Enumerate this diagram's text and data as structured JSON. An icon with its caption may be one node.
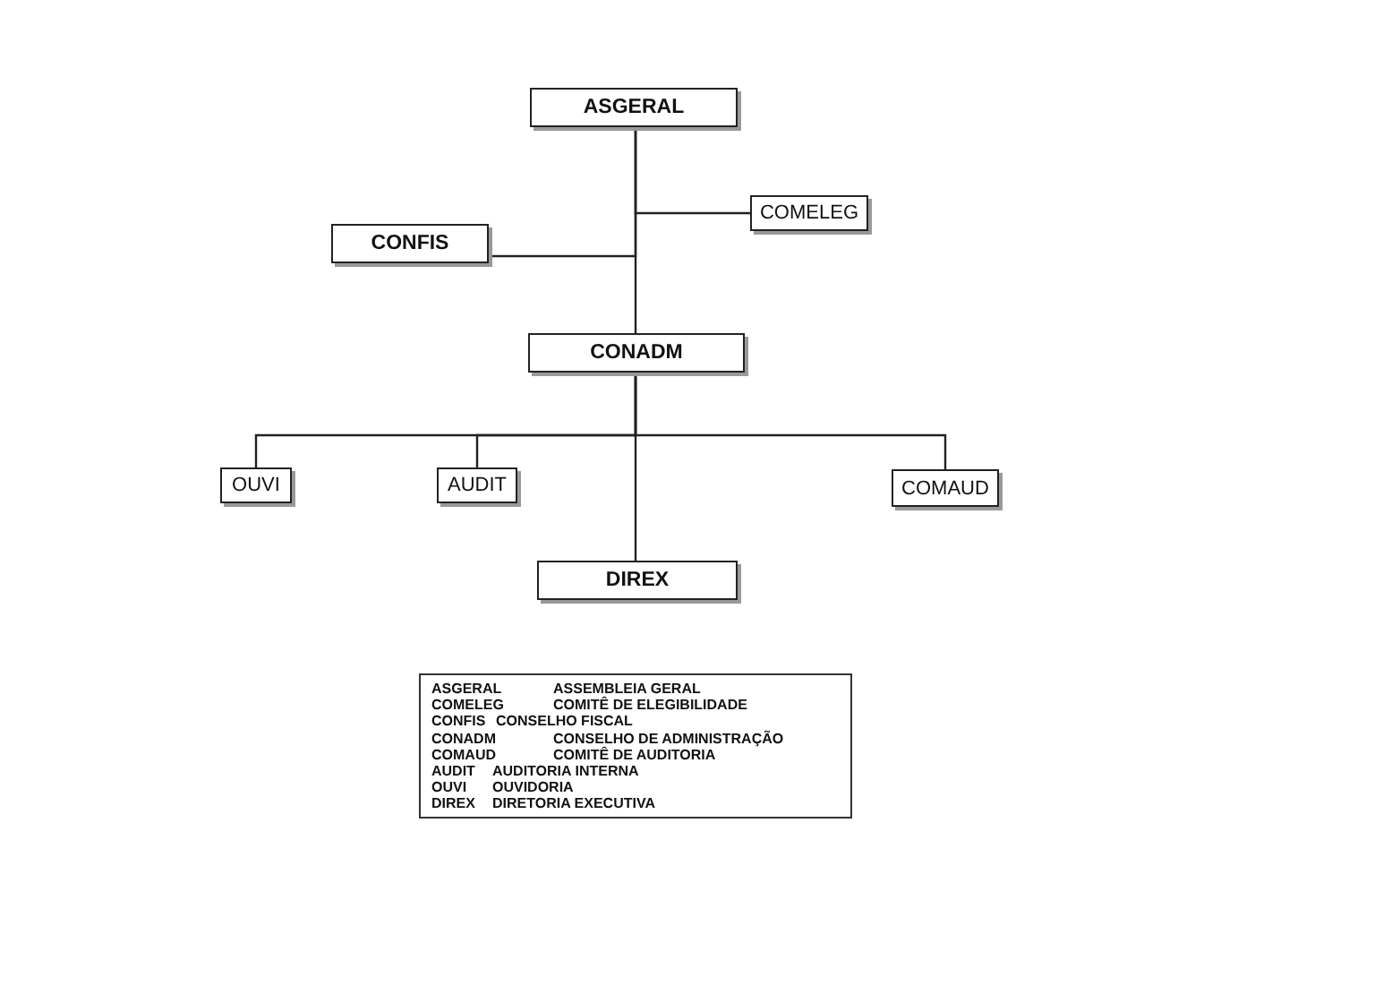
{
  "diagram": {
    "nodes": [
      {
        "text": [
          "ASGERAL"
        ]
      },
      {
        "text": [
          "COMELEG"
        ]
      },
      {
        "text": [
          "CONFIS"
        ]
      },
      {
        "text": [
          "CONADM"
        ]
      },
      {
        "text": [
          "OUVI"
        ]
      },
      {
        "text": [
          "AUDIT"
        ]
      },
      {
        "text": [
          "COMAUD"
        ]
      },
      {
        "text": [
          "DIREX"
        ]
      }
    ],
    "edges": [
      {
        "from": 0,
        "to": 3,
        "arrow": "none"
      },
      {
        "from": 0,
        "to": 1,
        "arrow": "none"
      },
      {
        "from": 0,
        "to": 2,
        "arrow": "none"
      },
      {
        "from": 3,
        "to": 4,
        "arrow": "none"
      },
      {
        "from": 3,
        "to": 5,
        "arrow": "none"
      },
      {
        "from": 3,
        "to": 6,
        "arrow": "none"
      },
      {
        "from": 3,
        "to": 7,
        "arrow": "none"
      }
    ],
    "labels": [
      "ASGERAL",
      "ASSEMBLEIA GERAL",
      "COMELEG",
      "COMITÊ DE ELEGIBILIDADE",
      "CONFIS",
      "CONSELHO FISCAL",
      "CONADM",
      "CONSELHO DE ADMINISTRAÇÃO",
      "COMAUD",
      "COMITÊ DE AUDITORIA",
      "AUDIT",
      "AUDITORIA INTERNA",
      "OUVI",
      "OUVIDORIA",
      "DIREX",
      "DIRETORIA EXECUTIVA"
    ]
  }
}
